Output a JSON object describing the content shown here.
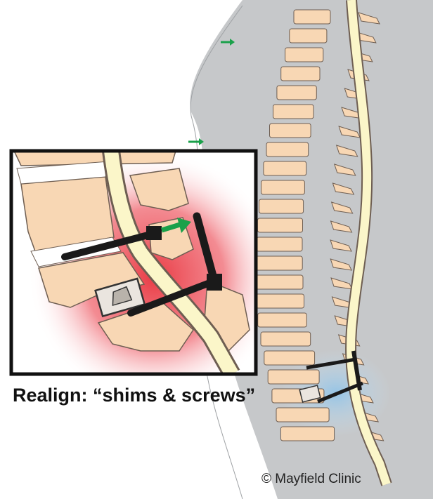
{
  "caption": "Realign: “shims & screws”",
  "credit": "© Mayfield Clinic",
  "colors": {
    "body": "#c6c8ca",
    "vertebra": "#f8d7b4",
    "vertebra_outline": "#6e5e52",
    "disc": "#ffffff",
    "spinal_cord": "#fbf6c9",
    "hardware": "#1a1a1a",
    "arrow": "#1aa14a",
    "inflammation": "#e8323c",
    "inflammation_small": "#8fc3e8"
  },
  "icons": {
    "arrows": "green-arrow-icon",
    "implant": "interbody-cage-shim"
  }
}
